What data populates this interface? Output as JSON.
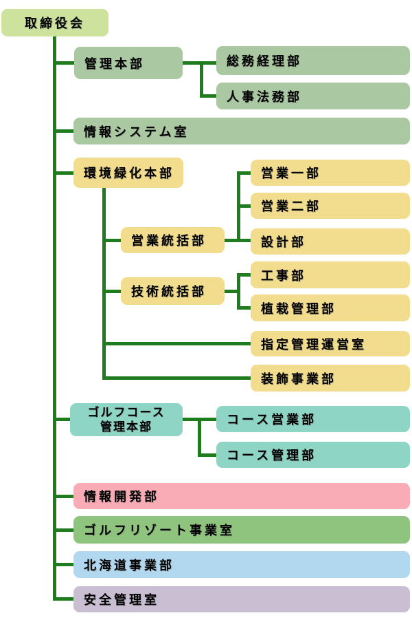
{
  "palette": {
    "board": "#cde29c",
    "sage": "#aac8a1",
    "yellow": "#f2dc8d",
    "teal": "#8ed5c5",
    "pink": "#f9acb6",
    "green": "#8fc47e",
    "blue": "#b2d8ef",
    "lavender": "#c9bed2",
    "line": "#1e7c1e",
    "text": "#000000"
  },
  "nodes": {
    "board": {
      "label": "取締役会",
      "color": "board"
    },
    "kanri_honbu": {
      "label": "管理本部",
      "color": "sage"
    },
    "somu_keiri": {
      "label": "総務経理部",
      "color": "sage"
    },
    "jinji_homu": {
      "label": "人事法務部",
      "color": "sage"
    },
    "joho_system": {
      "label": "情報システム室",
      "color": "sage"
    },
    "kankyo_ryokka": {
      "label": "環境緑化本部",
      "color": "yellow"
    },
    "eigyo_tokatsu": {
      "label": "営業統括部",
      "color": "yellow"
    },
    "gijutsu_tokatsu": {
      "label": "技術統括部",
      "color": "yellow"
    },
    "eigyo_1": {
      "label": "営業一部",
      "color": "yellow"
    },
    "eigyo_2": {
      "label": "営業二部",
      "color": "yellow"
    },
    "sekkei": {
      "label": "設計部",
      "color": "yellow"
    },
    "koji": {
      "label": "工事部",
      "color": "yellow"
    },
    "shokusai_kanri": {
      "label": "植栽管理部",
      "color": "yellow"
    },
    "shitei_kanri": {
      "label": "指定管理運営室",
      "color": "yellow"
    },
    "soshoku_jigyo": {
      "label": "装飾事業部",
      "color": "yellow"
    },
    "golf_course_kanri": {
      "label": "ゴルフコース\n管理本部",
      "color": "teal"
    },
    "course_eigyo": {
      "label": "コース営業部",
      "color": "teal"
    },
    "course_kanri": {
      "label": "コース管理部",
      "color": "teal"
    },
    "joho_kaihatsu": {
      "label": "情報開発部",
      "color": "pink"
    },
    "golf_resort": {
      "label": "ゴルフリゾート事業室",
      "color": "green"
    },
    "hokkaido": {
      "label": "北海道事業部",
      "color": "blue"
    },
    "anzen_kanri": {
      "label": "安全管理室",
      "color": "lavender"
    }
  },
  "hierarchy": {
    "board": [
      "kanri_honbu",
      "joho_system",
      "kankyo_ryokka",
      "golf_course_kanri",
      "joho_kaihatsu",
      "golf_resort",
      "hokkaido",
      "anzen_kanri"
    ],
    "kanri_honbu": [
      "somu_keiri",
      "jinji_homu"
    ],
    "kankyo_ryokka": [
      "eigyo_tokatsu",
      "gijutsu_tokatsu",
      "shitei_kanri",
      "soshoku_jigyo"
    ],
    "eigyo_tokatsu": [
      "eigyo_1",
      "eigyo_2",
      "sekkei"
    ],
    "gijutsu_tokatsu": [
      "koji",
      "shokusai_kanri"
    ],
    "golf_course_kanri": [
      "course_eigyo",
      "course_kanri"
    ]
  }
}
